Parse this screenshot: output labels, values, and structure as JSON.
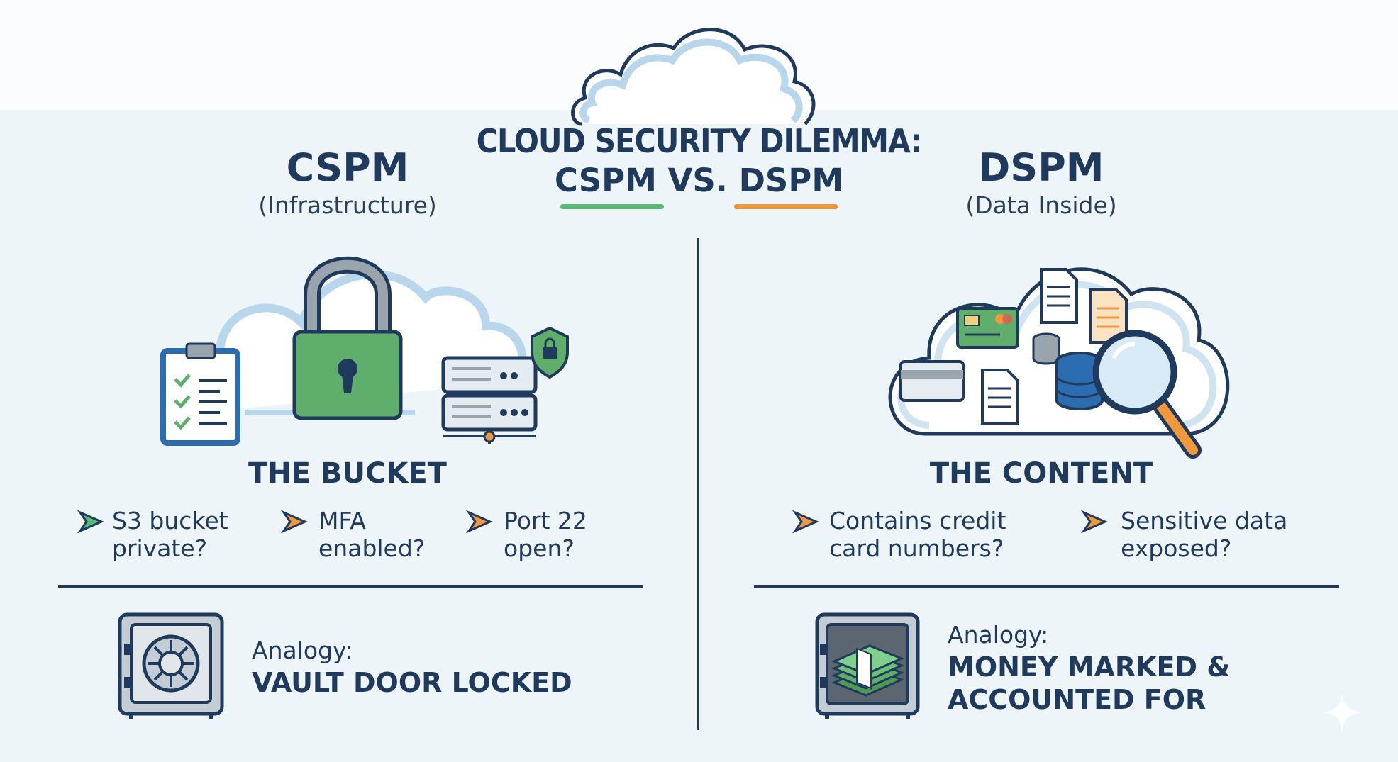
{
  "title": {
    "line1": "CLOUD SECURITY DILEMMA:",
    "line2": "CSPM VS. DSPM"
  },
  "colors": {
    "cspm_accent": "#5db877",
    "dspm_accent": "#f0983d",
    "navy": "#1f3a5c",
    "background": "#eef5f9"
  },
  "left": {
    "heading": "CSPM",
    "subheading": "(Infrastructure)",
    "icons": [
      "cloud-icon",
      "padlock-icon",
      "clipboard-checklist-icon",
      "server-shield-icon"
    ],
    "section_title": "THE BUCKET",
    "bullets": [
      {
        "line1": "S3 bucket",
        "line2": "private?"
      },
      {
        "line1": "MFA",
        "line2": "enabled?"
      },
      {
        "line1": "Port 22",
        "line2": "open?"
      }
    ],
    "analogy_label": "Analogy:",
    "analogy_value": "VAULT DOOR LOCKED",
    "analogy_icon": "vault-icon"
  },
  "right": {
    "heading": "DSPM",
    "subheading": "(Data Inside)",
    "icons": [
      "cloud-icon",
      "credit-card-icon",
      "document-icon",
      "database-icon",
      "magnifier-icon"
    ],
    "section_title": "THE CONTENT",
    "bullets": [
      {
        "line1": "Contains credit",
        "line2": "card numbers?"
      },
      {
        "line1": "Sensitive data",
        "line2": "exposed?"
      }
    ],
    "analogy_label": "Analogy:",
    "analogy_value_line1": "MONEY MARKED &",
    "analogy_value_line2": "ACCOUNTED FOR",
    "analogy_icon": "vault-money-icon"
  }
}
